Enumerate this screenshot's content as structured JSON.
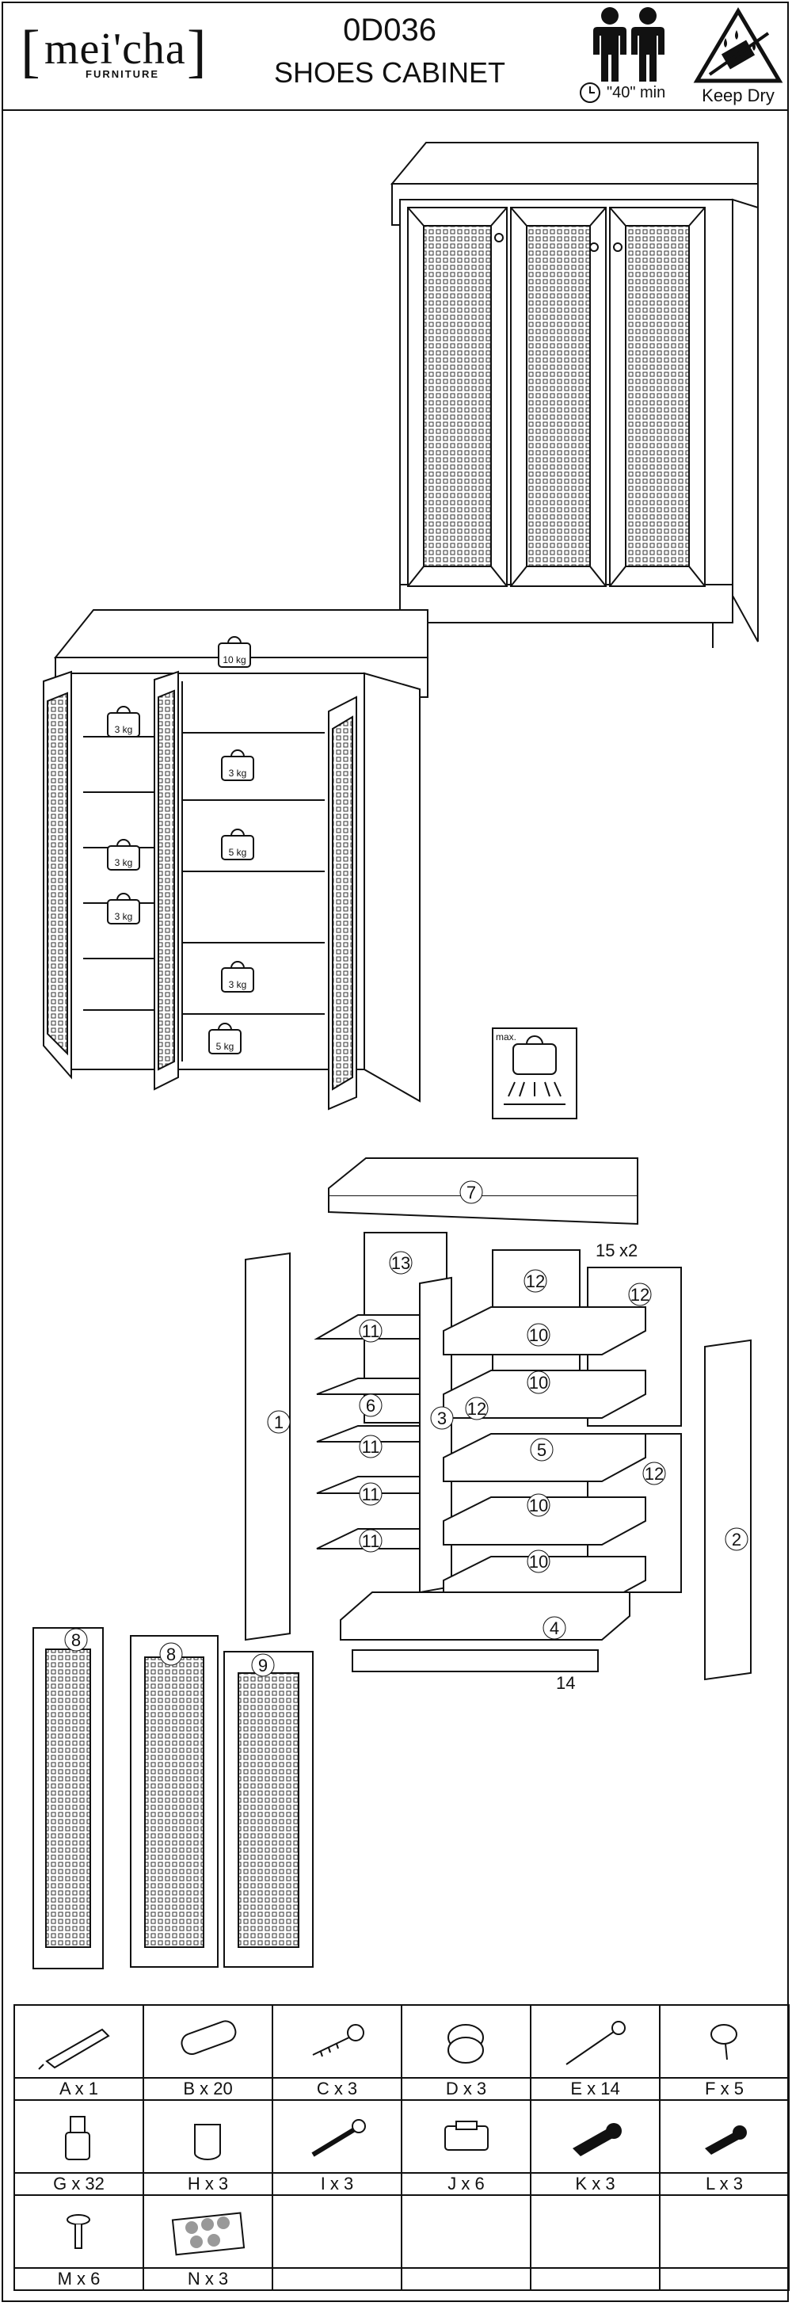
{
  "header": {
    "brand_name": "mei'cha",
    "brand_sub": "FURNITURE",
    "model_code": "0D036",
    "product_name": "SHOES CABINET",
    "assembly_time": "\"40\" min",
    "keep_dry": "Keep Dry"
  },
  "load_labels": {
    "top": "10 kg",
    "left_1": "3 kg",
    "left_2": "3 kg",
    "left_3": "3 kg",
    "right_1": "3 kg",
    "right_2": "5 kg",
    "right_3": "3 kg",
    "right_4": "5 kg",
    "max_icon": "max."
  },
  "part_numbers": {
    "p1": "1",
    "p2": "2",
    "p3": "3",
    "p4": "4",
    "p5": "5",
    "p6": "6",
    "p7": "7",
    "p8a": "8",
    "p8b": "8",
    "p9": "9",
    "p10a": "10",
    "p10b": "10",
    "p10c": "10",
    "p10d": "10",
    "p11a": "11",
    "p11b": "11",
    "p11c": "11",
    "p11d": "11",
    "p12a": "12",
    "p12b": "12",
    "p12c": "12",
    "p12d": "12",
    "p13": "13",
    "p14": "14",
    "p15": "15",
    "p15_qty": "x2"
  },
  "hardware": [
    {
      "label": "A x 1",
      "icon": "dowel-tool-icon"
    },
    {
      "label": "B x 20",
      "icon": "wood-dowel-icon"
    },
    {
      "label": "C x 3",
      "icon": "cam-bolt-icon"
    },
    {
      "label": "D x 3",
      "icon": "cam-lock-icon"
    },
    {
      "label": "E x 14",
      "icon": "wood-screw-icon"
    },
    {
      "label": "F x 5",
      "icon": "nail-glide-icon"
    },
    {
      "label": "G x 32",
      "icon": "shelf-pin-icon"
    },
    {
      "label": "H x 3",
      "icon": "cap-icon"
    },
    {
      "label": "I x 3",
      "icon": "machine-screw-icon"
    },
    {
      "label": "J x 6",
      "icon": "door-catch-icon"
    },
    {
      "label": "K x 3",
      "icon": "anchor-plug-icon"
    },
    {
      "label": "L x 3",
      "icon": "anchor-plug-small-icon"
    },
    {
      "label": "M x 6",
      "icon": "short-screw-icon"
    },
    {
      "label": "N x 3",
      "icon": "felt-pads-icon"
    },
    {
      "label": "",
      "icon": ""
    },
    {
      "label": "",
      "icon": ""
    },
    {
      "label": "",
      "icon": ""
    },
    {
      "label": "",
      "icon": ""
    }
  ]
}
